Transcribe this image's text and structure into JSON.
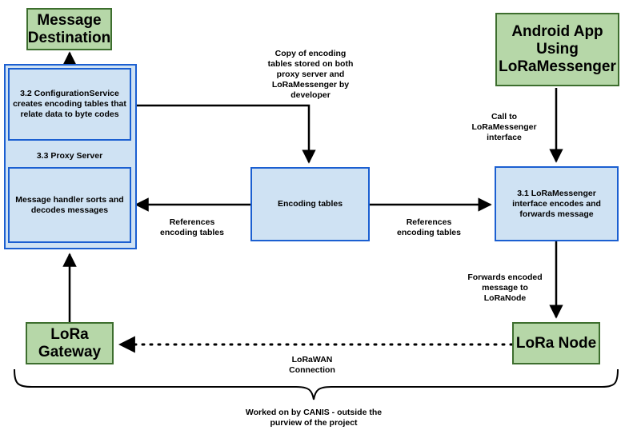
{
  "nodes": {
    "message_destination": "Message\nDestination",
    "android_app": "Android App\nUsing\nLoRaMessenger",
    "configuration_service": "3.2 ConfigurationService creates encoding tables that relate data to byte codes",
    "proxy_server": "3.3 Proxy Server",
    "message_handler": "Message handler sorts and decodes messages",
    "encoding_tables": "Encoding tables",
    "lora_messenger": "3.1 LoRaMessenger interface encodes and forwards message",
    "lora_gateway": "LoRa\nGateway",
    "lora_node": "LoRa Node"
  },
  "edge_labels": {
    "copy_tables": "Copy of encoding\ntables stored on both\nproxy server and\nLoRaMessenger by\ndeveloper",
    "call_interface": "Call to\nLoRaMessenger\ninterface",
    "references_left": "References\nencoding tables",
    "references_right": "References\nencoding tables",
    "forwards_encoded": "Forwards encoded\nmessage to\nLoRaNode",
    "lorawan": "LoRaWAN\nConnection",
    "canis_note": "Worked on by CANIS - outside the\npurview of the project"
  },
  "colors": {
    "green_fill": "#b6d7a8",
    "green_border": "#3d6e2e",
    "blue_fill": "#cfe2f3",
    "blue_border": "#1b5fd1"
  }
}
